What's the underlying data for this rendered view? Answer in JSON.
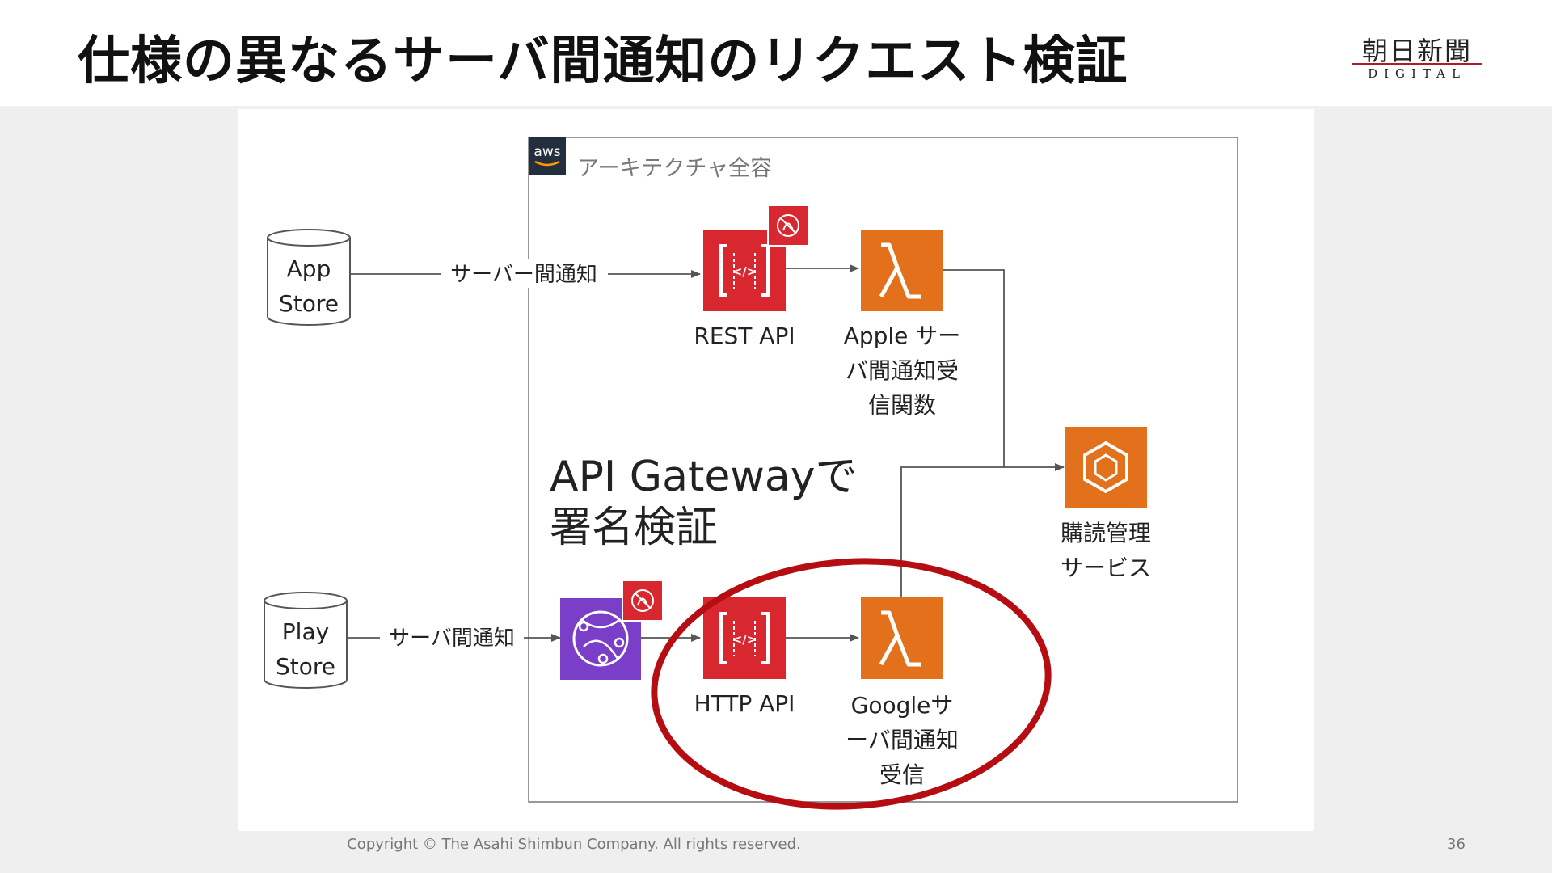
{
  "slide": {
    "title": "仕様の異なるサーバ間通知のリクエスト検証",
    "logo_main": "朝日新聞",
    "logo_sub": "DIGITAL"
  },
  "diagram": {
    "group_label": "アーキテクチャ全容",
    "aws_badge": "aws",
    "app_store": [
      "App",
      "Store"
    ],
    "play_store": [
      "Play",
      "Store"
    ],
    "edge_app": "サーバー間通知",
    "edge_play": "サーバ間通知",
    "rest_api": "REST API",
    "http_api": "HTTP API",
    "apple_fn": [
      "Apple サー",
      "バ間通知受",
      "信関数"
    ],
    "google_fn": [
      "Googleサ",
      "ーバ間通知",
      "受信"
    ],
    "subscription": [
      "購読管理",
      "サービス"
    ],
    "callout": [
      "API Gatewayで",
      "署名検証"
    ],
    "colors": {
      "api_gateway": "#d9272f",
      "lambda": "#e3701a",
      "cloudfront": "#7a3ec9",
      "highlight_ellipse": "#b50d12",
      "icon_fill": "#ffffff"
    },
    "icons": [
      "aws-logo",
      "waf-icon",
      "api-gateway-icon",
      "lambda-icon",
      "cloudfront-icon",
      "ecs-icon",
      "database-icon"
    ]
  },
  "footer": {
    "copyright": "Copyright © The Asahi Shimbun Company. All rights reserved.",
    "page_number": "36"
  }
}
